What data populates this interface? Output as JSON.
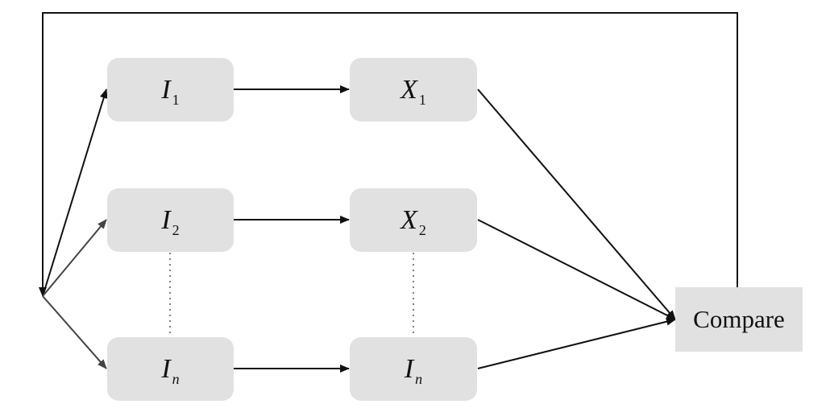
{
  "nodes": {
    "i1": {
      "main": "I",
      "sub": "1"
    },
    "x1": {
      "main": "X",
      "sub": "1"
    },
    "i2": {
      "main": "I",
      "sub": "2"
    },
    "x2": {
      "main": "X",
      "sub": "2"
    },
    "in_left": {
      "main": "I",
      "sub": "n"
    },
    "in_right": {
      "main": "I",
      "sub": "n"
    }
  },
  "compare": {
    "label": "Compare"
  },
  "colors": {
    "node_fill": "#e1e1e1",
    "line": "#111111",
    "fan_line": "#444444",
    "ellipsis": "#555555"
  }
}
